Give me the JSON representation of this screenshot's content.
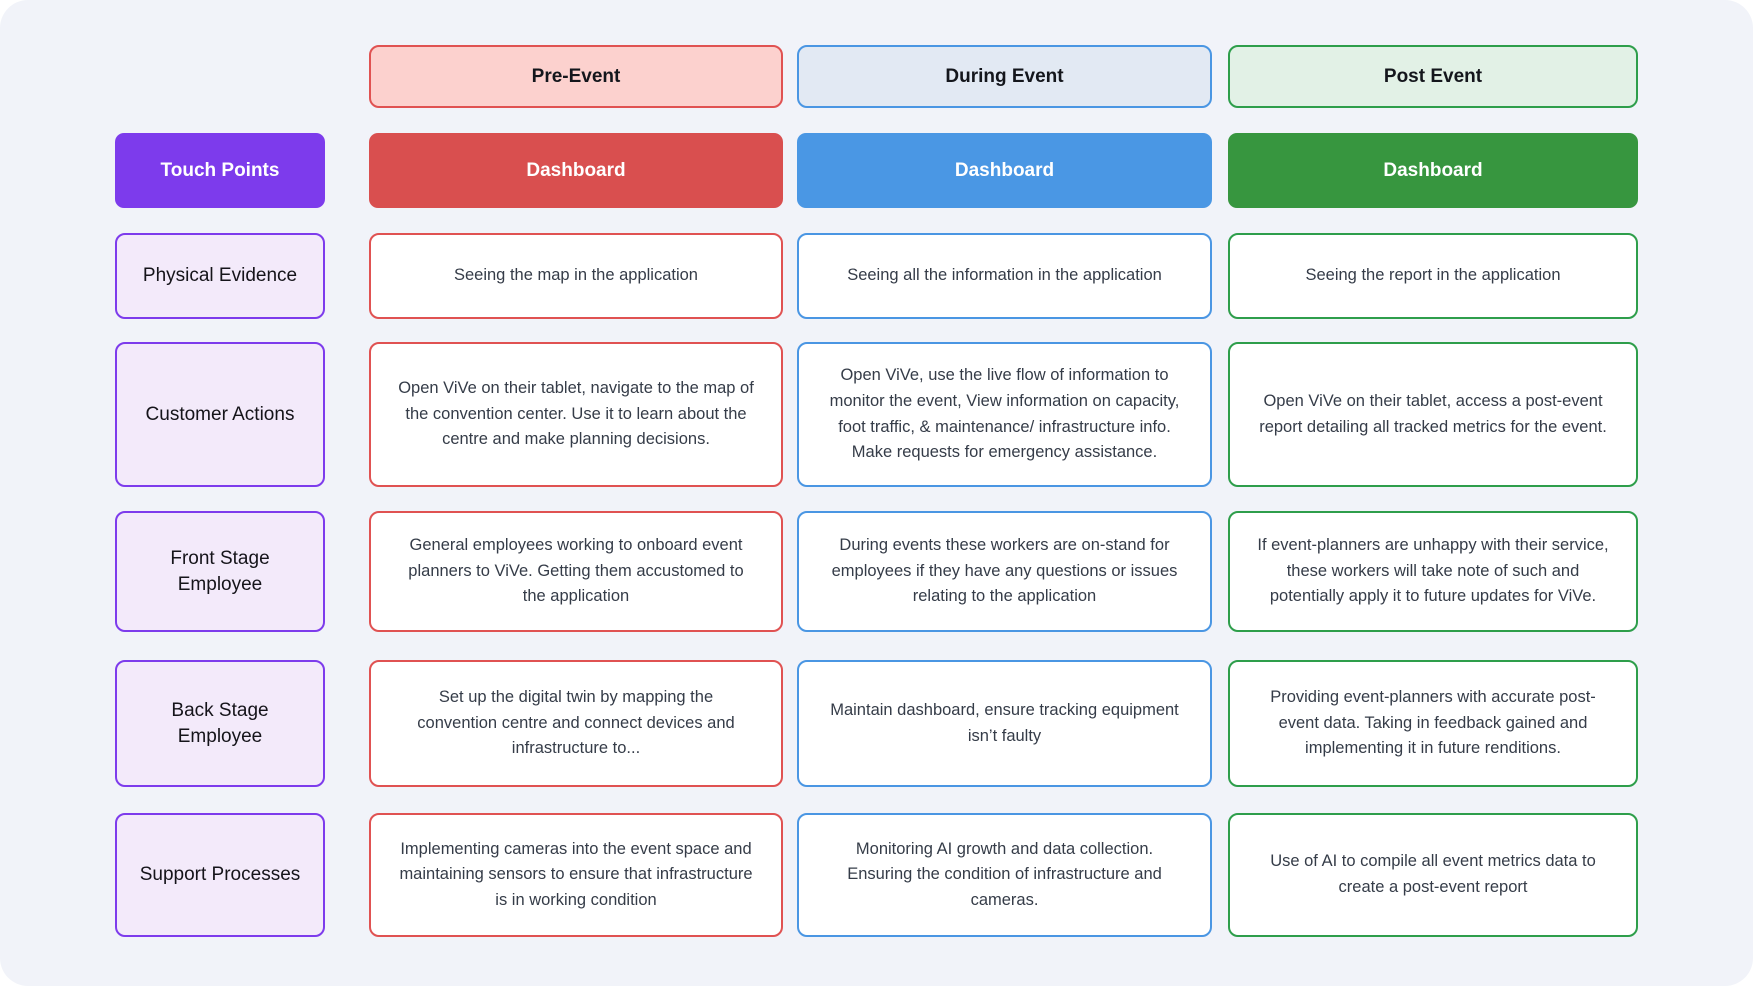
{
  "diagram_type": "service-blueprint",
  "touch_points_label": "Touch Points",
  "row_labels": [
    {
      "id": "physical_evidence",
      "label": "Physical Evidence"
    },
    {
      "id": "customer_actions",
      "label": "Customer Actions"
    },
    {
      "id": "front_stage",
      "label": "Front Stage Employee"
    },
    {
      "id": "back_stage",
      "label": "Back Stage Employee"
    },
    {
      "id": "support",
      "label": "Support Processes"
    }
  ],
  "columns": [
    {
      "id": "pre-event",
      "header": "Pre-Event",
      "dashboard": "Dashboard",
      "cells": {
        "physical_evidence": "Seeing the map in the application",
        "customer_actions": "Open ViVe on their tablet, navigate to the map of the convention center. Use it to learn about the centre and make planning decisions.",
        "front_stage": "General employees working to onboard event planners to ViVe. Getting them accustomed to the application",
        "back_stage": "Set up the digital twin by mapping the convention centre and connect devices and infrastructure to...",
        "support": "Implementing cameras into the event space and maintaining sensors to ensure that infrastructure is in working condition"
      }
    },
    {
      "id": "during-event",
      "header": "During Event",
      "dashboard": "Dashboard",
      "cells": {
        "physical_evidence": "Seeing all the information in the application",
        "customer_actions": "Open ViVe, use the live flow of information to monitor the event, View information on capacity, foot traffic, & maintenance/ infrastructure info. Make requests for emergency assistance.",
        "front_stage": "During events these workers are on-stand for employees if they have any questions or issues relating to the application",
        "back_stage": "Maintain dashboard, ensure tracking equipment isn’t faulty",
        "support": "Monitoring AI growth and data collection. Ensuring the condition of infrastructure and cameras."
      }
    },
    {
      "id": "post-event",
      "header": "Post Event",
      "dashboard": "Dashboard",
      "cells": {
        "physical_evidence": "Seeing the report in the application",
        "customer_actions": "Open ViVe on their tablet, access a post-event report detailing all tracked metrics for the event.",
        "front_stage": "If event-planners are unhappy with their service, these workers will take note of such and potentially apply it to future updates for ViVe.",
        "back_stage": "Providing event-planners with accurate post-event data. Taking in feedback gained and implementing it in future renditions.",
        "support": "Use of AI to compile all event metrics data to create a post-event report"
      }
    }
  ],
  "colors": {
    "canvas_background": "#f1f3f9",
    "touch_points_purple": "#7d3bec",
    "row_label_fill": "#f3eafa",
    "pre_accent": "#e05252",
    "pre_header_fill": "#fcd1ce",
    "pre_dashboard_fill": "#d94f4f",
    "during_accent": "#4a96e3",
    "during_header_fill": "#e2e9f3",
    "during_dashboard_fill": "#4a97e4",
    "post_accent": "#2e9e4b",
    "post_header_fill": "#e2f1e6",
    "post_dashboard_fill": "#37963f",
    "cell_background": "#ffffff",
    "cell_text": "#353c48"
  }
}
